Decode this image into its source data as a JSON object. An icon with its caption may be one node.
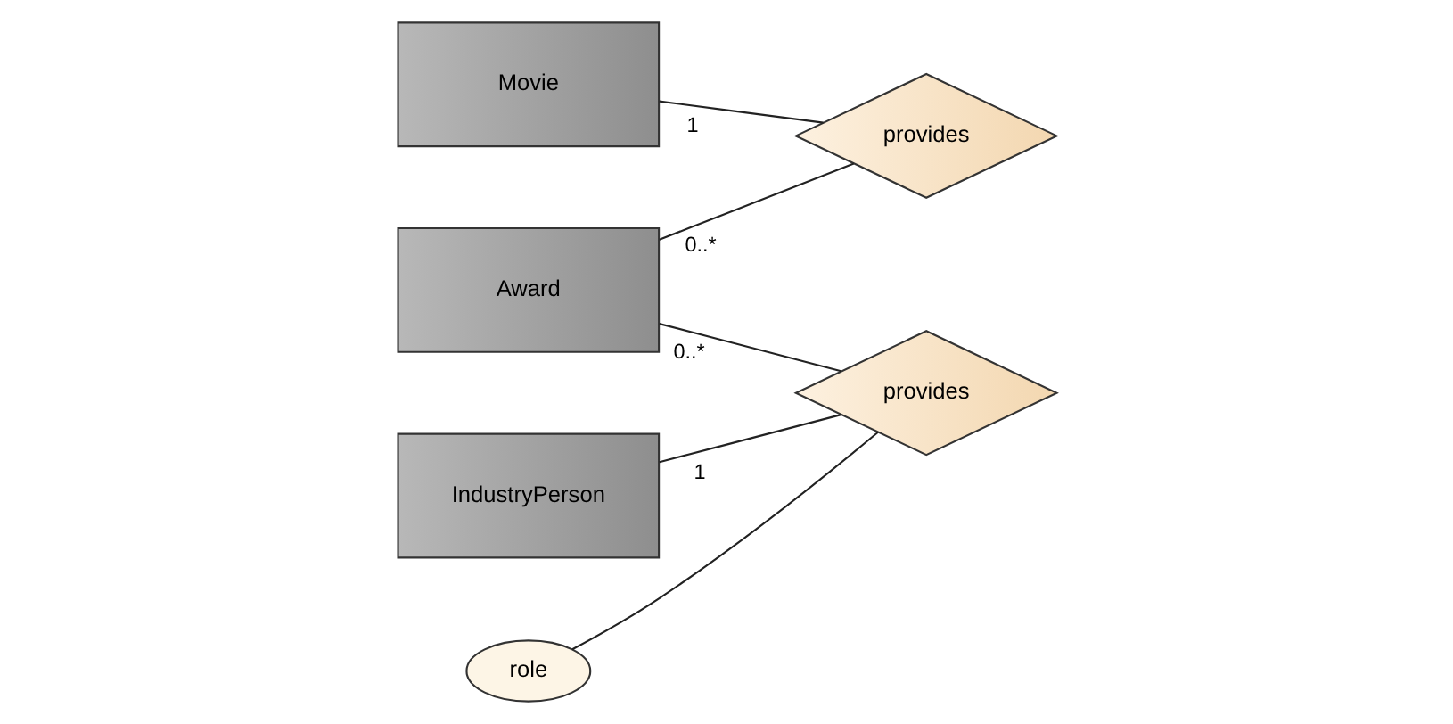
{
  "diagram": {
    "nodes": [
      {
        "text": [
          "Movie"
        ]
      },
      {
        "text": [
          "provides"
        ]
      },
      {
        "text": [
          "Award"
        ]
      },
      {
        "text": [
          "IndustryPerson"
        ]
      },
      {
        "text": [
          "provides"
        ]
      },
      {
        "text": [
          "role"
        ]
      }
    ],
    "edges": [
      {
        "from": 0,
        "to": 1,
        "arrow": "none",
        "label": "1"
      },
      {
        "from": 2,
        "to": 1,
        "arrow": "none",
        "label": "0..*"
      },
      {
        "from": 3,
        "to": 4,
        "arrow": "none",
        "label": "1"
      },
      {
        "from": 2,
        "to": 4,
        "arrow": "none",
        "label": "0..*"
      },
      {
        "from": 4,
        "to": 5,
        "arrow": "none"
      }
    ]
  }
}
